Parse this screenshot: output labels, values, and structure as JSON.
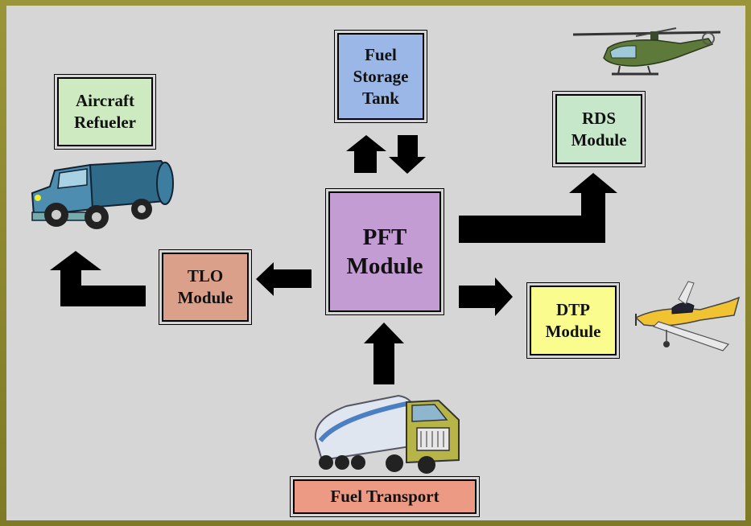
{
  "boxes": {
    "fuel_storage_tank": {
      "label": "Fuel\nStorage\nTank",
      "color": "#9ab7e8"
    },
    "aircraft_refueler": {
      "label": "Aircraft\nRefueler",
      "color": "#cdeac0"
    },
    "rds_module": {
      "label": "RDS\nModule",
      "color": "#c6e7c9"
    },
    "pft_module": {
      "label": "PFT\nModule",
      "color": "#c39cd4"
    },
    "tlo_module": {
      "label": "TLO\nModule",
      "color": "#dba08a"
    },
    "dtp_module": {
      "label": "DTP\nModule",
      "color": "#fbfc8e"
    },
    "fuel_transport": {
      "label": "Fuel Transport",
      "color": "#ec9a83"
    }
  },
  "colors": {
    "background": "#d6d6d6",
    "frame": "#8d8a2c",
    "arrow": "#000000"
  },
  "images": [
    "helicopter",
    "refueler-truck",
    "light-airplane",
    "tanker-truck"
  ]
}
